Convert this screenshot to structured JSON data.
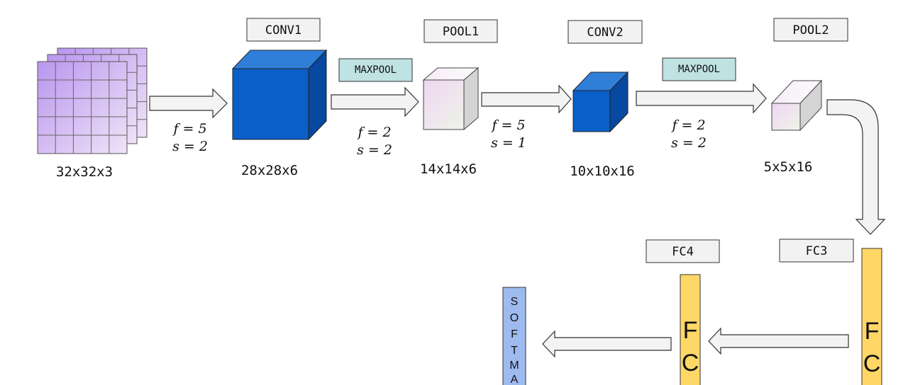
{
  "stages": {
    "input": {
      "dims": "32x32x3"
    },
    "conv1": {
      "title": "CONV1",
      "dims": "28x28x6",
      "params": [
        "f = 5",
        "s = 2"
      ]
    },
    "pool1": {
      "title": "POOL1",
      "badge": "MAXPOOL",
      "dims": "14x14x6",
      "params": [
        "f = 2",
        "s = 2"
      ]
    },
    "conv2": {
      "title": "CONV2",
      "dims": "10x10x16",
      "params": [
        "f = 5",
        "s = 1"
      ]
    },
    "pool2": {
      "title": "POOL2",
      "badge": "MAXPOOL",
      "dims": "5x5x16",
      "params": [
        "f = 2",
        "s = 2"
      ]
    },
    "fc3": {
      "title": "FC3",
      "letters": [
        "F",
        "C"
      ]
    },
    "fc4": {
      "title": "FC4",
      "letters": [
        "F",
        "C"
      ]
    },
    "softmax": {
      "letters": [
        "S",
        "O",
        "F",
        "T",
        "M",
        "A"
      ]
    }
  },
  "colors": {
    "conv_front": "#0a5fc8",
    "conv_top": "#2f7fd9",
    "conv_side": "#0748a0",
    "pool_front": "#f1e6f2",
    "pool_top": "#f7f2f8",
    "pool_side": "#d4d4d4",
    "input_tile": "#caa8e8",
    "maxpool_badge": "#bfe2e3",
    "fc_bar": "#ffd766",
    "softmax_bar": "#9ebbf0",
    "arrow_fill": "#f3f3f3"
  }
}
